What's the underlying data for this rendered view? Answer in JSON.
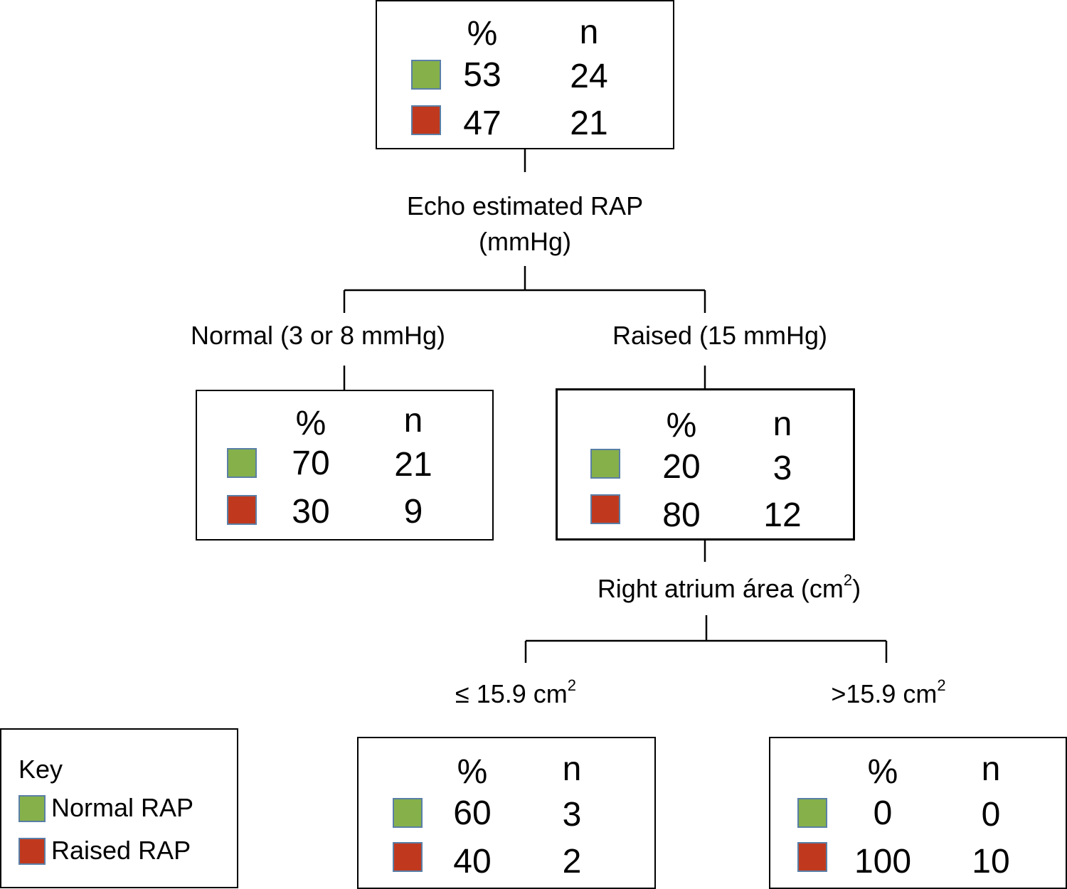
{
  "colors": {
    "normal": "#86b04a",
    "raised": "#c0391e",
    "swatch_border": "#5a7fa6"
  },
  "header": {
    "pct": "%",
    "n": "n"
  },
  "nodes": {
    "root": {
      "normal_pct": "53",
      "normal_n": "24",
      "raised_pct": "47",
      "raised_n": "21"
    },
    "normal": {
      "normal_pct": "70",
      "normal_n": "21",
      "raised_pct": "30",
      "raised_n": "9"
    },
    "raised": {
      "normal_pct": "20",
      "normal_n": "3",
      "raised_pct": "80",
      "raised_n": "12"
    },
    "small": {
      "normal_pct": "60",
      "normal_n": "3",
      "raised_pct": "40",
      "raised_n": "2"
    },
    "large": {
      "normal_pct": "0",
      "normal_n": "0",
      "raised_pct": "100",
      "raised_n": "10"
    }
  },
  "splits": {
    "rap": {
      "line1": "Echo estimated RAP",
      "line2": "(mmHg)"
    },
    "rap_normal": "Normal (3 or 8 mmHg)",
    "rap_raised": "Raised (15 mmHg)",
    "ra_area": {
      "text": "Right atrium área (cm",
      "sup": "2",
      "close": ")"
    },
    "ra_small": {
      "text": "≤ 15.9 cm",
      "sup": "2"
    },
    "ra_large": {
      "text": ">15.9 cm",
      "sup": "2"
    }
  },
  "key": {
    "title": "Key",
    "normal": "Normal RAP",
    "raised": "Raised RAP"
  }
}
